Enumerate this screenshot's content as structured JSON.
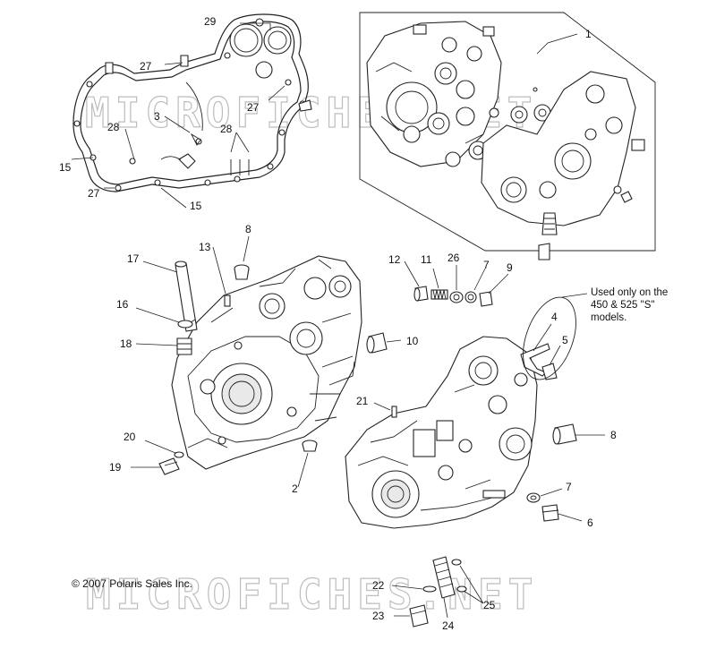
{
  "diagram": {
    "callouts": {
      "c1": "1",
      "c2": "2",
      "c3": "3",
      "c4": "4",
      "c5": "5",
      "c6": "6",
      "c7a": "7",
      "c7b": "7",
      "c8a": "8",
      "c8b": "8",
      "c9": "9",
      "c10": "10",
      "c11": "11",
      "c12": "12",
      "c13": "13",
      "c15a": "15",
      "c15b": "15",
      "c16": "16",
      "c17": "17",
      "c18": "18",
      "c19": "19",
      "c20": "20",
      "c21": "21",
      "c22": "22",
      "c23": "23",
      "c24": "24",
      "c25": "25",
      "c26": "26",
      "c27a": "27",
      "c27b": "27",
      "c27c": "27",
      "c28a": "28",
      "c28b": "28",
      "c29": "29"
    },
    "note_lines": [
      "Used only on the",
      "450 & 525 \"S\"",
      "models."
    ],
    "copyright": "© 2007 Polaris Sales Inc.",
    "watermark": "MICROFICHES.NET"
  }
}
